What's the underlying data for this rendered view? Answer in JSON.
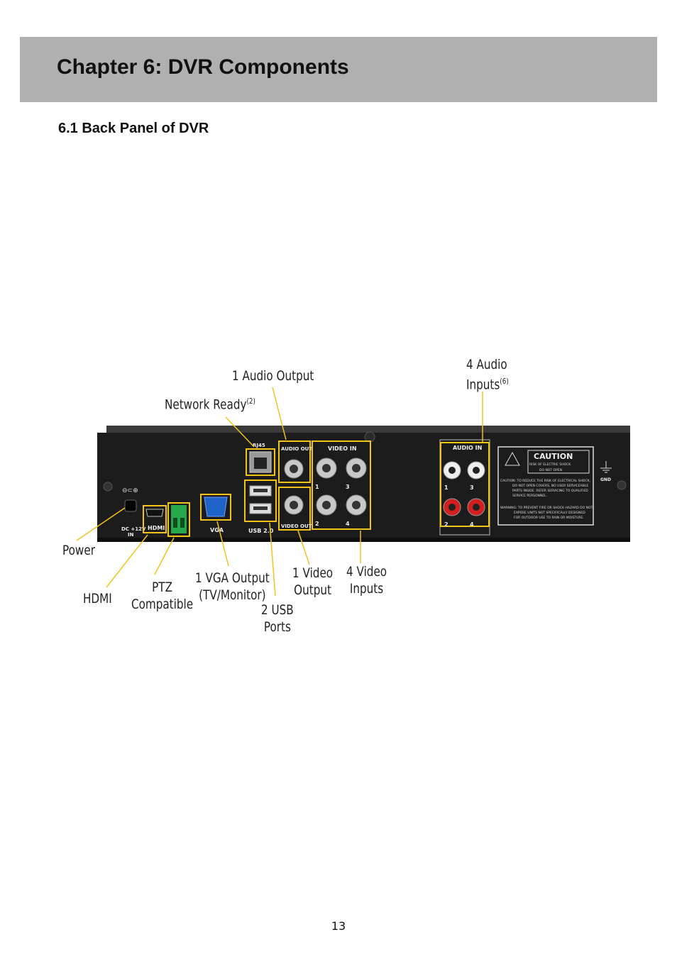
{
  "chapter": {
    "title": "Chapter 6: DVR Components"
  },
  "section": {
    "title": "6.1 Back Panel of DVR"
  },
  "figure": {
    "callouts": {
      "audio_output": "1 Audio Output",
      "network_ready": "Network Ready",
      "network_ready_note": "(2)",
      "audio_inputs_line1": "4 Audio",
      "audio_inputs_line2": "Inputs",
      "audio_inputs_note": "(6)",
      "power": "Power",
      "hdmi": "HDMI",
      "ptz_line1": "PTZ",
      "ptz_line2": "Compatible",
      "vga_line1": "1 VGA Output",
      "vga_line2": "(TV/Monitor)",
      "usb_line1": "2 USB",
      "usb_line2": "Ports",
      "video_output_line1": "1 Video",
      "video_output_line2": "Output",
      "video_inputs_line1": "4 Video",
      "video_inputs_line2": "Inputs"
    },
    "panel_labels": {
      "rj45": "RJ45",
      "audio_out": "AUDIO  OUT",
      "video_in": "VIDEO IN",
      "video_out": "VIDEO  OUT",
      "usb": "USB 2.0",
      "vga": "VGA",
      "hdmi": "HDMI",
      "dc": "DC +12V",
      "dc_in": "IN",
      "audio_in": "AUDIO IN",
      "gnd": "GND",
      "caution_title": "CAUTION",
      "caution_sub1": "RISK OF ELECTRIC SHOCK",
      "caution_sub2": "DO NOT OPEN",
      "caution_text1": "CAUTION: TO REDUCE THE RISK OF ELECTRICAL SHOCK,",
      "caution_text2": "DO NOT OPEN COVERS, NO USER SERVICEABLE",
      "caution_text3": "PARTS INSIDE. REFER SERVICING TO QUALIFIED",
      "caution_text4": "SERVICE PERSONNEL.",
      "warning_text1": "WARNING: TO PREVENT FIRE OR SHOCK HAZARD DO NOT",
      "warning_text2": "EXPOSE UNITS NOT SPECIFICALLY DESIGNED",
      "warning_text3": "FOR OUTDOOR USE TO RAIN OR MOISTURE.",
      "ch1": "1",
      "ch2": "2",
      "ch3": "3",
      "ch4": "4",
      "ach1": "1",
      "ach2": "2",
      "ach3": "3",
      "ach4": "4"
    }
  },
  "page_number": "13",
  "colors": {
    "header_bar": "#b0b0b0",
    "highlight": "#f2c419",
    "device_body": "#1c1c1c",
    "vga_port": "#1f64c8",
    "ptz_terminal": "#27a84a"
  }
}
